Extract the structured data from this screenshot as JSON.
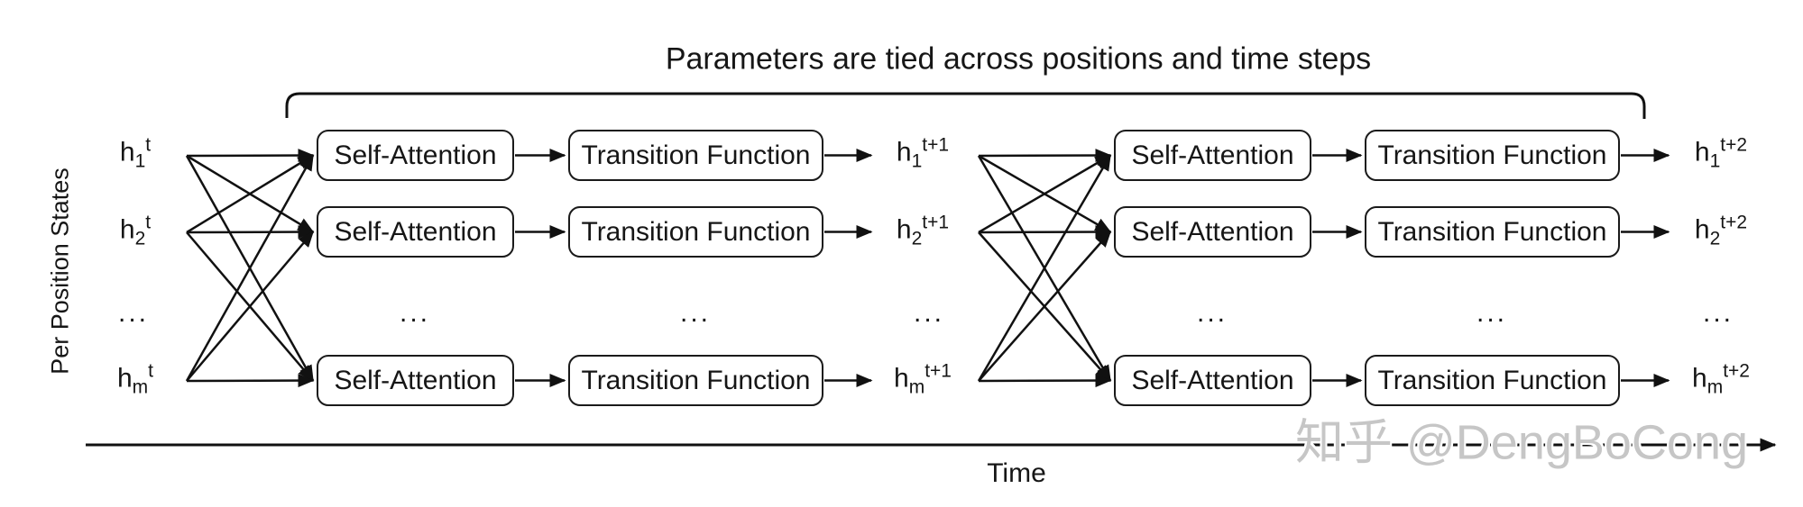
{
  "title": "Parameters are tied across positions and time steps",
  "axes": {
    "y_label": "Per Position States",
    "x_label": "Time"
  },
  "watermark": "知乎 @DengBoCong",
  "boxes": {
    "self_attention": "Self-Attention",
    "transition_function": "Transition Function"
  },
  "ellipsis": "...",
  "states": {
    "base": "h",
    "cols": [
      {
        "sup": "t",
        "subs": [
          "1",
          "2",
          "m"
        ]
      },
      {
        "sup": "t+1",
        "subs": [
          "1",
          "2",
          "m"
        ]
      },
      {
        "sup": "t+2",
        "subs": [
          "1",
          "2",
          "m"
        ]
      }
    ]
  },
  "colors": {
    "ink": "#111111",
    "box_border": "#1a1a1a",
    "watermark_gray": "#c6c6c6",
    "background": "#ffffff"
  }
}
